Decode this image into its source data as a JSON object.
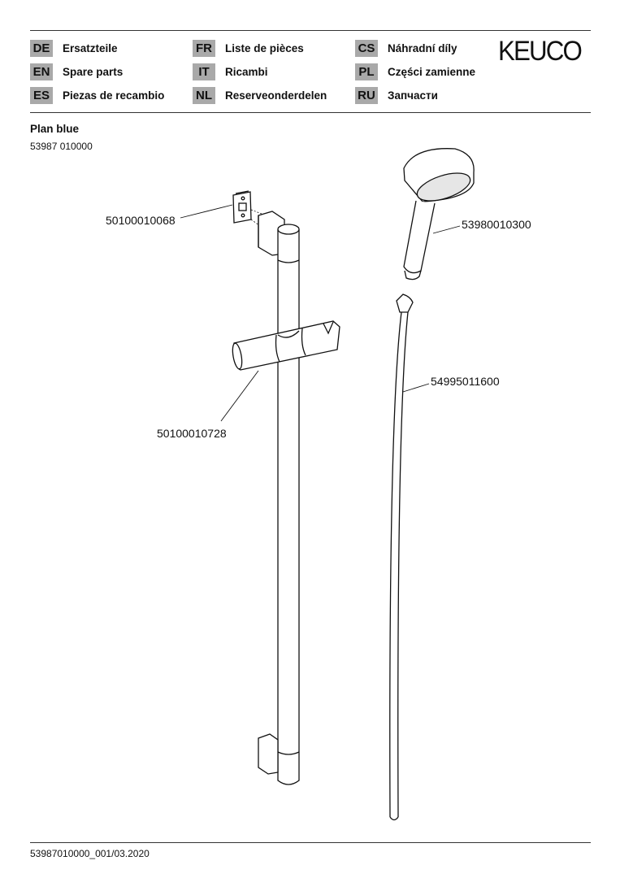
{
  "header": {
    "languages": [
      {
        "code": "DE",
        "label": "Ersatzteile"
      },
      {
        "code": "EN",
        "label": "Spare parts"
      },
      {
        "code": "ES",
        "label": "Piezas de recambio"
      },
      {
        "code": "FR",
        "label": "Liste de pièces"
      },
      {
        "code": "IT",
        "label": "Ricambi"
      },
      {
        "code": "NL",
        "label": "Reserveonderdelen"
      },
      {
        "code": "CS",
        "label": "Náhradní díly"
      },
      {
        "code": "PL",
        "label": "Części zamienne"
      },
      {
        "code": "RU",
        "label": "Запчасти"
      }
    ],
    "logo": "KEUCO"
  },
  "product": {
    "name": "Plan blue",
    "number": "53987 010000"
  },
  "parts": {
    "wall_bracket": "50100010068",
    "hand_shower": "53980010300",
    "hose": "54995011600",
    "slider": "50100010728"
  },
  "footer": {
    "doc_id": "53987010000_001/03.2020"
  }
}
